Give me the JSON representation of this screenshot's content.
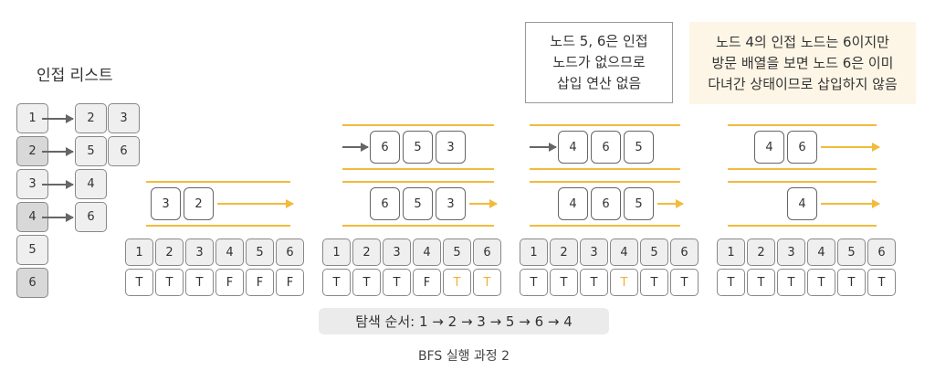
{
  "adjacency": {
    "title": "인접 리스트",
    "rows": [
      {
        "node": "1",
        "neighbors": [
          "2",
          "3"
        ]
      },
      {
        "node": "2",
        "neighbors": [
          "5",
          "6"
        ]
      },
      {
        "node": "3",
        "neighbors": [
          "4"
        ]
      },
      {
        "node": "4",
        "neighbors": [
          "6"
        ]
      },
      {
        "node": "5",
        "neighbors": []
      },
      {
        "node": "6",
        "neighbors": []
      }
    ]
  },
  "stages": [
    {
      "queue_top": [],
      "queue_bottom": [
        "3",
        "2"
      ],
      "visited_index": [
        "1",
        "2",
        "3",
        "4",
        "5",
        "6"
      ],
      "visited": [
        "T",
        "T",
        "T",
        "F",
        "F",
        "F"
      ],
      "highlight": []
    },
    {
      "queue_top": [
        "6",
        "5",
        "3"
      ],
      "queue_bottom": [
        "6",
        "5",
        "3"
      ],
      "visited_index": [
        "1",
        "2",
        "3",
        "4",
        "5",
        "6"
      ],
      "visited": [
        "T",
        "T",
        "T",
        "F",
        "T",
        "T"
      ],
      "highlight": [
        4,
        5
      ]
    },
    {
      "queue_top": [
        "4",
        "6",
        "5"
      ],
      "queue_bottom": [
        "4",
        "6",
        "5"
      ],
      "visited_index": [
        "1",
        "2",
        "3",
        "4",
        "5",
        "6"
      ],
      "visited": [
        "T",
        "T",
        "T",
        "T",
        "T",
        "T"
      ],
      "highlight": [
        3
      ]
    },
    {
      "queue_top": [
        "4",
        "6"
      ],
      "queue_bottom": [
        "4"
      ],
      "visited_index": [
        "1",
        "2",
        "3",
        "4",
        "5",
        "6"
      ],
      "visited": [
        "T",
        "T",
        "T",
        "T",
        "T",
        "T"
      ],
      "highlight": []
    }
  ],
  "callouts": [
    {
      "lines": [
        "노드 5, 6은 인접",
        "노드가 없으므로",
        "삽입 연산 없음"
      ]
    },
    {
      "lines": [
        "노드 4의 인접 노드는 6이지만",
        "방문 배열을 보면 노드 6은 이미",
        "다녀간 상태이므로 삽입하지 않음"
      ]
    }
  ],
  "search_order": "탐색 순서: 1 → 2 → 3 → 5 → 6 → 4",
  "caption": "BFS 실행 과정 2",
  "colors": {
    "accent": "#f2bb3c",
    "callout_bg": "#fdf6e6",
    "pill_bg": "#ebebeb"
  }
}
